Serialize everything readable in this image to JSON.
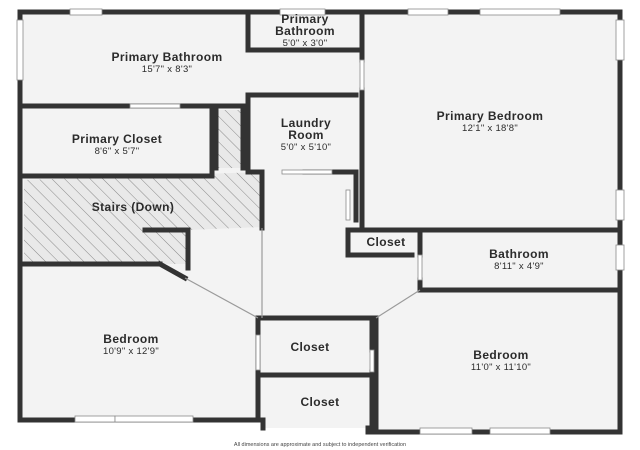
{
  "disclaimer": "All dimensions are approximate and subject to independent verification",
  "rooms": [
    {
      "id": "primary-bathroom-small",
      "name_lines": [
        "Primary",
        "Bathroom"
      ],
      "dim": "5'0\" x 3'0\""
    },
    {
      "id": "primary-bathroom",
      "name_lines": [
        "Primary Bathroom"
      ],
      "dim": "15'7\" x 8'3\""
    },
    {
      "id": "primary-bedroom",
      "name_lines": [
        "Primary Bedroom"
      ],
      "dim": "12'1\" x 18'8\""
    },
    {
      "id": "primary-closet",
      "name_lines": [
        "Primary Closet"
      ],
      "dim": "8'6\" x 5'7\""
    },
    {
      "id": "laundry-room",
      "name_lines": [
        "Laundry",
        "Room"
      ],
      "dim": "5'0\" x 5'10\""
    },
    {
      "id": "stairs",
      "name_lines": [
        "Stairs (Down)"
      ],
      "dim": ""
    },
    {
      "id": "closet-upper",
      "name_lines": [
        "Closet"
      ],
      "dim": ""
    },
    {
      "id": "bathroom",
      "name_lines": [
        "Bathroom"
      ],
      "dim": "8'11\" x 4'9\""
    },
    {
      "id": "bedroom-left",
      "name_lines": [
        "Bedroom"
      ],
      "dim": "10'9\" x 12'9\""
    },
    {
      "id": "closet-mid",
      "name_lines": [
        "Closet"
      ],
      "dim": ""
    },
    {
      "id": "closet-lower",
      "name_lines": [
        "Closet"
      ],
      "dim": ""
    },
    {
      "id": "bedroom-right",
      "name_lines": [
        "Bedroom"
      ],
      "dim": "11'0\" x 11'10\""
    }
  ]
}
